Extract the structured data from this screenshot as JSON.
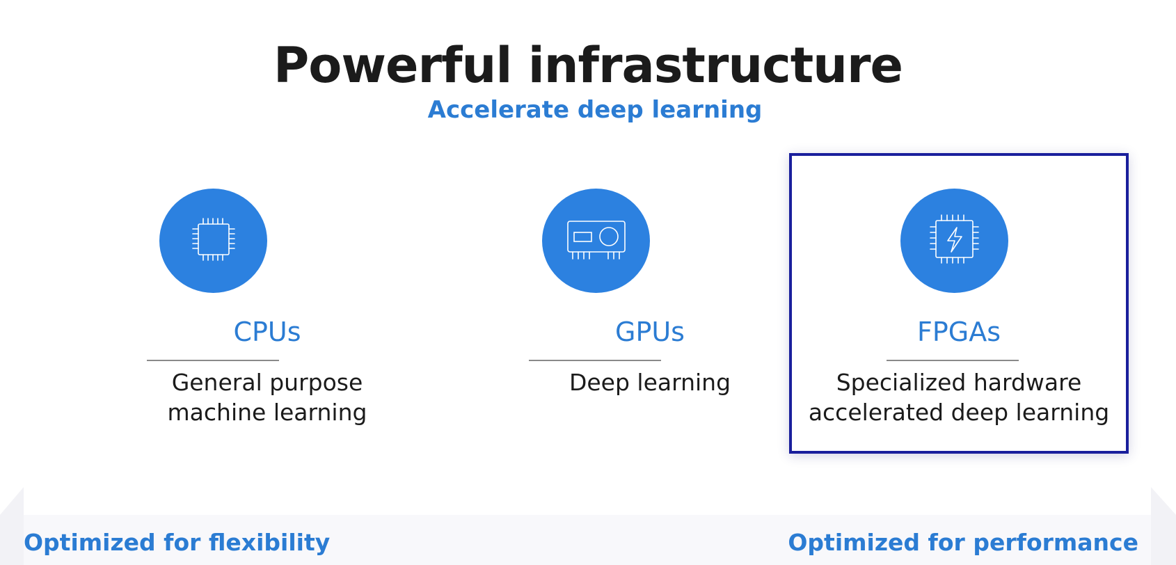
{
  "header": {
    "title": "Powerful infrastructure",
    "subtitle": "Accelerate deep learning"
  },
  "cards": [
    {
      "title": "CPUs",
      "desc_line1": "General purpose",
      "desc_line2": "machine learning",
      "icon": "cpu-chip-icon",
      "highlighted": false
    },
    {
      "title": "GPUs",
      "desc_line1": "Deep learning",
      "desc_line2": "",
      "icon": "gpu-card-icon",
      "highlighted": false
    },
    {
      "title": "FPGAs",
      "desc_line1": "Specialized hardware",
      "desc_line2": "accelerated deep learning",
      "icon": "fpga-chip-lightning-icon",
      "highlighted": true
    }
  ],
  "footer": {
    "left": "Optimized for flexibility",
    "right": "Optimized for performance"
  },
  "colors": {
    "accent": "#2b7cd3",
    "icon_circle": "#2c81e0",
    "highlight_border": "#1a1f9c",
    "text": "#1b1b1b"
  }
}
